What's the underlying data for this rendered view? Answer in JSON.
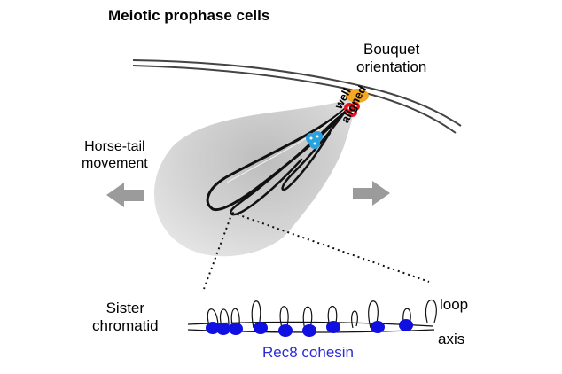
{
  "title": "Meiotic prophase cells",
  "labels": {
    "bouquet_line1": "Bouquet",
    "bouquet_line2": "orientation",
    "horse_line1": "Horse-tail",
    "horse_line2": "movement",
    "well_line1": "well",
    "well_line2": "aligned",
    "sister_line1": "Sister",
    "sister_line2": "chromatid",
    "loop": "loop",
    "axis": "axis",
    "cohesin": "Rec8 cohesin"
  },
  "colors": {
    "cell_fill": "#d9d9d9",
    "spb": "#f5a623",
    "centromere": "#e5151b",
    "telomere_cluster": "#29a3e0",
    "cohesin": "#1010e0",
    "cohesin_text": "#2b2bd6",
    "arrow": "#9b9b9b"
  }
}
